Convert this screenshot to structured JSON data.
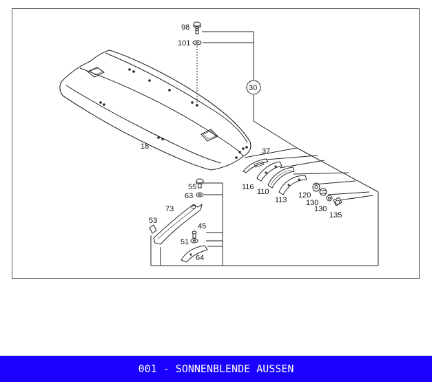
{
  "title": "001 - SONNENBLENDE AUSSEN",
  "colors": {
    "title_bar": "#1a00ff",
    "title_text": "#ffffff",
    "line": "#222222"
  },
  "callouts": [
    {
      "id": "c98",
      "label": "98"
    },
    {
      "id": "c101",
      "label": "101"
    },
    {
      "id": "c30",
      "label": "30"
    },
    {
      "id": "c18",
      "label": "18"
    },
    {
      "id": "c37",
      "label": "37"
    },
    {
      "id": "c116",
      "label": "116"
    },
    {
      "id": "c110",
      "label": "110"
    },
    {
      "id": "c113",
      "label": "113"
    },
    {
      "id": "c120",
      "label": "120"
    },
    {
      "id": "c130a",
      "label": "130"
    },
    {
      "id": "c130b",
      "label": "130"
    },
    {
      "id": "c135",
      "label": "135"
    },
    {
      "id": "c55",
      "label": "55"
    },
    {
      "id": "c63",
      "label": "63"
    },
    {
      "id": "c73",
      "label": "73"
    },
    {
      "id": "c53",
      "label": "53"
    },
    {
      "id": "c45",
      "label": "45"
    },
    {
      "id": "c51",
      "label": "51"
    },
    {
      "id": "c64",
      "label": "64"
    }
  ]
}
